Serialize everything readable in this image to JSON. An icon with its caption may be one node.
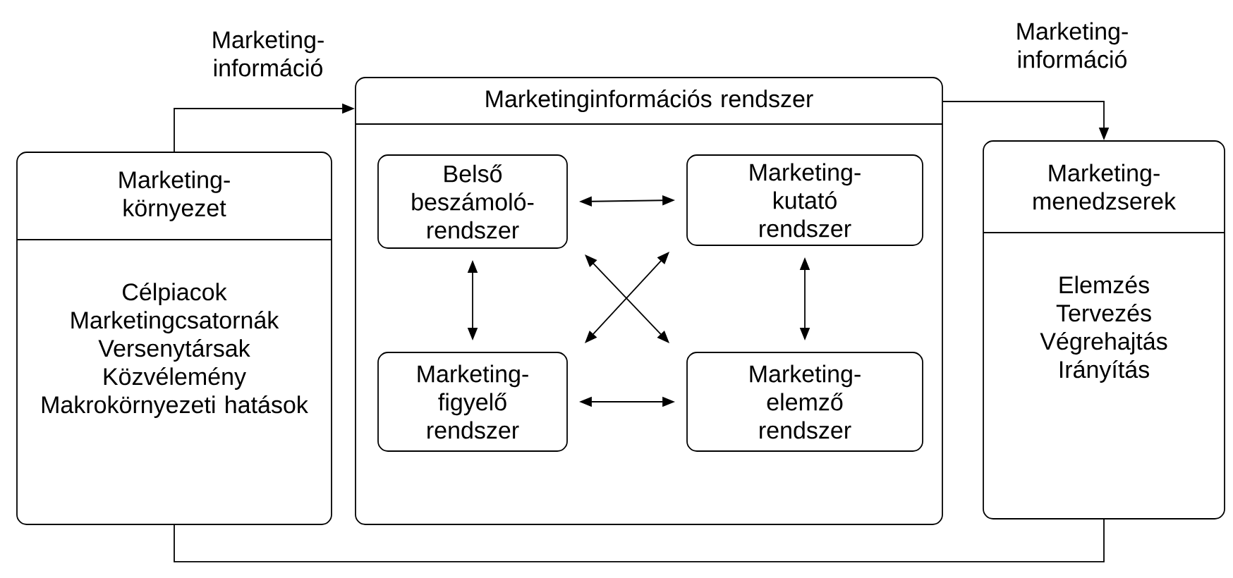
{
  "diagram": {
    "nodes": [
      {
        "text": [
          "Marketing- környezet",
          "Célpiacok",
          "Marketingcsatornák",
          "Versenytársak",
          "Közvélemény",
          "Makrokörnyezeti hatások"
        ]
      },
      {
        "text": [
          "Marketinginformációs rendszer"
        ]
      },
      {
        "text": [
          "Belső beszámoló- rendszer"
        ],
        "in": 1
      },
      {
        "text": [
          "Marketing- kutató rendszer"
        ],
        "in": 1
      },
      {
        "text": [
          "Marketing- figyelő rendszer"
        ],
        "in": 1
      },
      {
        "text": [
          "Marketing- elemző rendszer"
        ],
        "in": 1
      },
      {
        "text": [
          "Marketing- menedzserek",
          "Elemzés",
          "Tervezés",
          "Végrehajtás",
          "Irányítás"
        ]
      }
    ],
    "edges": [
      {
        "from": 0,
        "to": 1,
        "arrow": "to",
        "label": "Marketing- információ"
      },
      {
        "from": 1,
        "to": 6,
        "arrow": "to",
        "label": "Marketing- információ"
      },
      {
        "from": 6,
        "to": 0,
        "arrow": "none"
      },
      {
        "from": 2,
        "to": 3,
        "arrow": "both"
      },
      {
        "from": 2,
        "to": 4,
        "arrow": "both"
      },
      {
        "from": 3,
        "to": 5,
        "arrow": "both"
      },
      {
        "from": 4,
        "to": 5,
        "arrow": "both"
      },
      {
        "from": 2,
        "to": 5,
        "arrow": "both"
      },
      {
        "from": 3,
        "to": 4,
        "arrow": "both"
      }
    ]
  }
}
